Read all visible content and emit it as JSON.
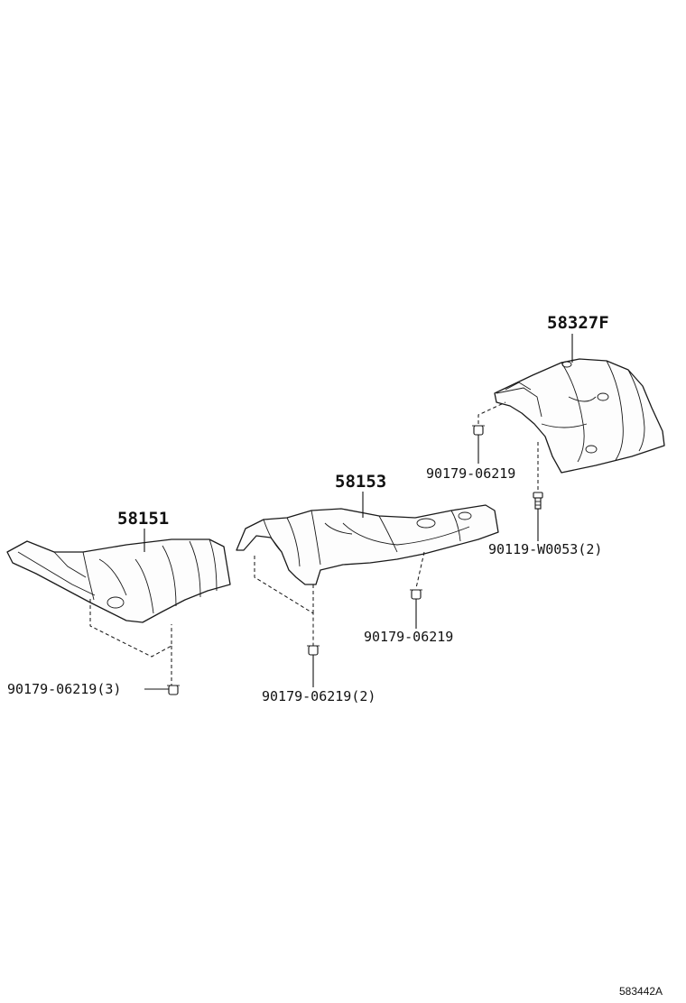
{
  "parts": {
    "front": "58151",
    "center": "58153",
    "rear": "58327F"
  },
  "fasteners": {
    "front_clip": "90179-06219(3)",
    "center_clip_lower": "90179-06219(2)",
    "center_clip_right": "90179-06219",
    "rear_clip": "90179-06219",
    "rear_bolt": "90119-W0053(2)"
  },
  "diagram_code": "583442A"
}
